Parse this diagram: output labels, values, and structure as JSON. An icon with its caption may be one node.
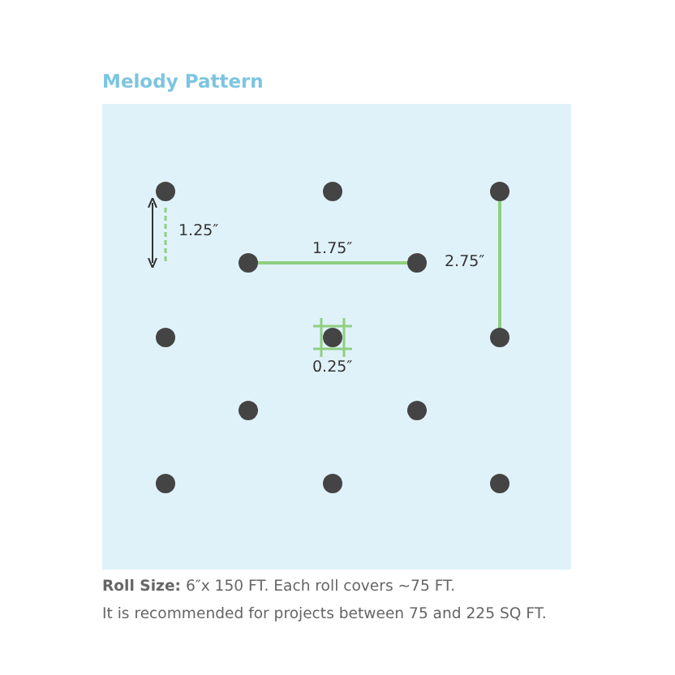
{
  "diagram": {
    "title": "Melody Pattern",
    "labels": [
      "1.25″",
      "1.75″",
      "2.75″",
      "0.25″",
      "**Roll Size:** 6″x 150 FT. Each roll covers ~75 FT.",
      "It is recommended for projects between 75 and 225 SQ FT."
    ]
  }
}
